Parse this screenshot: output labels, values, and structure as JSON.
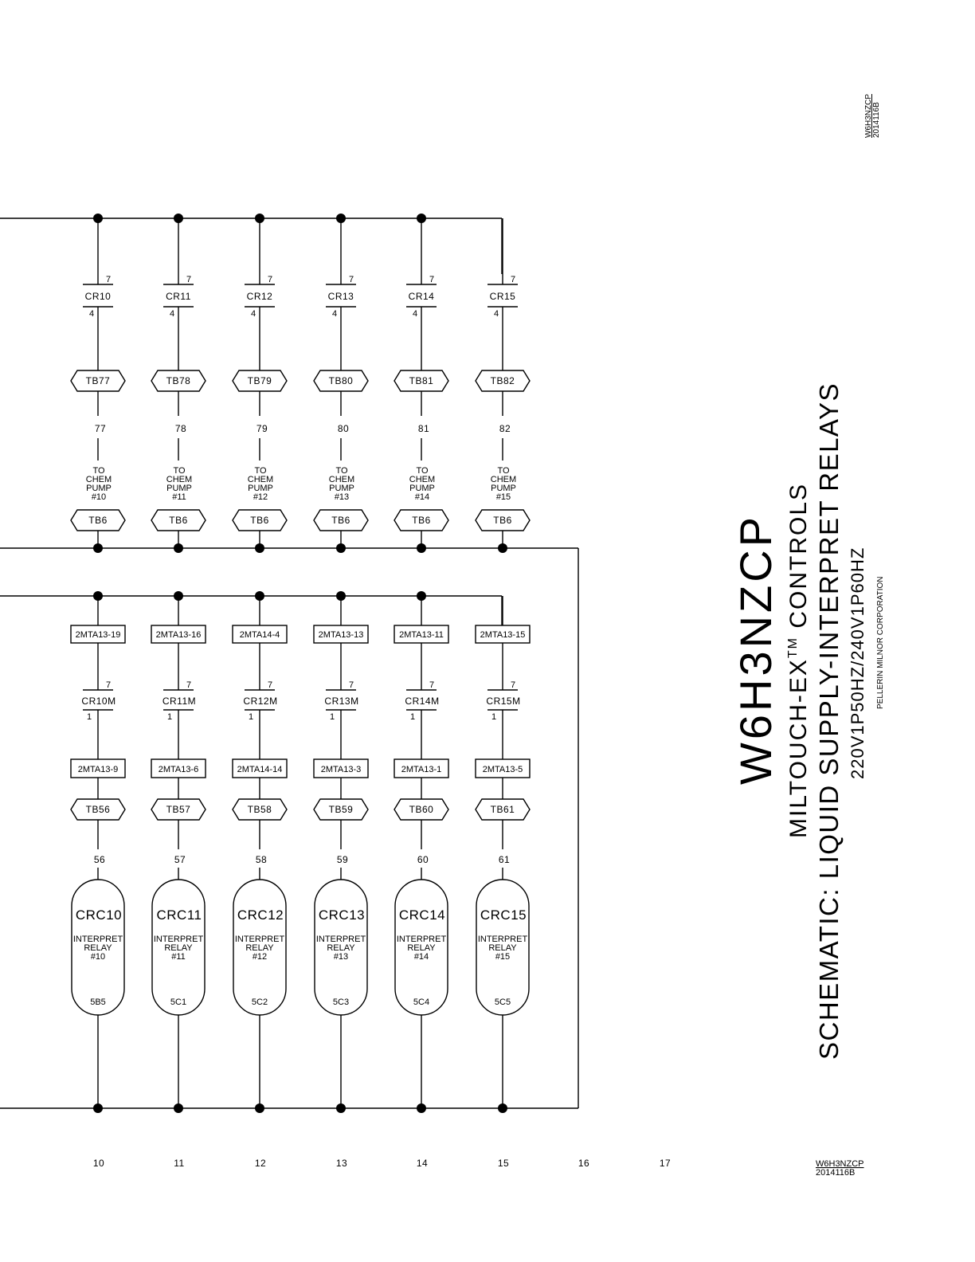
{
  "document": {
    "corner_code": "W6H3NZCP",
    "corner_rev": "2014116B",
    "title": "W6H3NZCP",
    "subtitle_part1": "MILTOUCH-EX",
    "subtitle_tm": "TM",
    "subtitle_part2": " CONTROLS",
    "schematic_line": "SCHEMATIC: LIQUID SUPPLY-INTERPRET RELAYS",
    "voltage_line": "220V1P50HZ/240V1P60HZ",
    "company": "PELLERIN MILNOR CORPORATION",
    "footer_code": "W6H3NZCP",
    "footer_rev": "2014116B"
  },
  "columns": [
    {
      "contact": "CR10",
      "tb_top": "TB77",
      "wire_top": "77",
      "pump_lines": [
        "TO",
        "CHEM",
        "PUMP",
        "#10"
      ],
      "tb6": "TB6",
      "mta_top": "2MTA13-19",
      "cr_m": "CR10M",
      "mta_bottom": "2MTA13-9",
      "tb_bottom": "TB56",
      "wire_bottom": "56",
      "relay": "CRC10",
      "relay_lines": [
        "INTERPRET",
        "RELAY",
        "#10"
      ],
      "ref": "5B5",
      "col_num": "10"
    },
    {
      "contact": "CR11",
      "tb_top": "TB78",
      "wire_top": "78",
      "pump_lines": [
        "TO",
        "CHEM",
        "PUMP",
        "#11"
      ],
      "tb6": "TB6",
      "mta_top": "2MTA13-16",
      "cr_m": "CR11M",
      "mta_bottom": "2MTA13-6",
      "tb_bottom": "TB57",
      "wire_bottom": "57",
      "relay": "CRC11",
      "relay_lines": [
        "INTERPRET",
        "RELAY",
        "#11"
      ],
      "ref": "5C1",
      "col_num": "11"
    },
    {
      "contact": "CR12",
      "tb_top": "TB79",
      "wire_top": "79",
      "pump_lines": [
        "TO",
        "CHEM",
        "PUMP",
        "#12"
      ],
      "tb6": "TB6",
      "mta_top": "2MTA14-4",
      "cr_m": "CR12M",
      "mta_bottom": "2MTA14-14",
      "tb_bottom": "TB58",
      "wire_bottom": "58",
      "relay": "CRC12",
      "relay_lines": [
        "INTERPRET",
        "RELAY",
        "#12"
      ],
      "ref": "5C2",
      "col_num": "12"
    },
    {
      "contact": "CR13",
      "tb_top": "TB80",
      "wire_top": "80",
      "pump_lines": [
        "TO",
        "CHEM",
        "PUMP",
        "#13"
      ],
      "tb6": "TB6",
      "mta_top": "2MTA13-13",
      "cr_m": "CR13M",
      "mta_bottom": "2MTA13-3",
      "tb_bottom": "TB59",
      "wire_bottom": "59",
      "relay": "CRC13",
      "relay_lines": [
        "INTERPRET",
        "RELAY",
        "#13"
      ],
      "ref": "5C3",
      "col_num": "13"
    },
    {
      "contact": "CR14",
      "tb_top": "TB81",
      "wire_top": "81",
      "pump_lines": [
        "TO",
        "CHEM",
        "PUMP",
        "#14"
      ],
      "tb6": "TB6",
      "mta_top": "2MTA13-11",
      "cr_m": "CR14M",
      "mta_bottom": "2MTA13-1",
      "tb_bottom": "TB60",
      "wire_bottom": "60",
      "relay": "CRC14",
      "relay_lines": [
        "INTERPRET",
        "RELAY",
        "#14"
      ],
      "ref": "5C4",
      "col_num": "14"
    },
    {
      "contact": "CR15",
      "tb_top": "TB82",
      "wire_top": "82",
      "pump_lines": [
        "TO",
        "CHEM",
        "PUMP",
        "#15"
      ],
      "tb6": "TB6",
      "mta_top": "2MTA13-15",
      "cr_m": "CR15M",
      "mta_bottom": "2MTA13-5",
      "tb_bottom": "TB61",
      "wire_bottom": "61",
      "relay": "CRC15",
      "relay_lines": [
        "INTERPRET",
        "RELAY",
        "#15"
      ],
      "ref": "5C5",
      "col_num": "15"
    }
  ],
  "contact_pins": {
    "no_top": "7",
    "no_bottom": "4",
    "m_top": "7",
    "m_bottom": "1"
  },
  "extra_col_nums": [
    "16",
    "17"
  ]
}
